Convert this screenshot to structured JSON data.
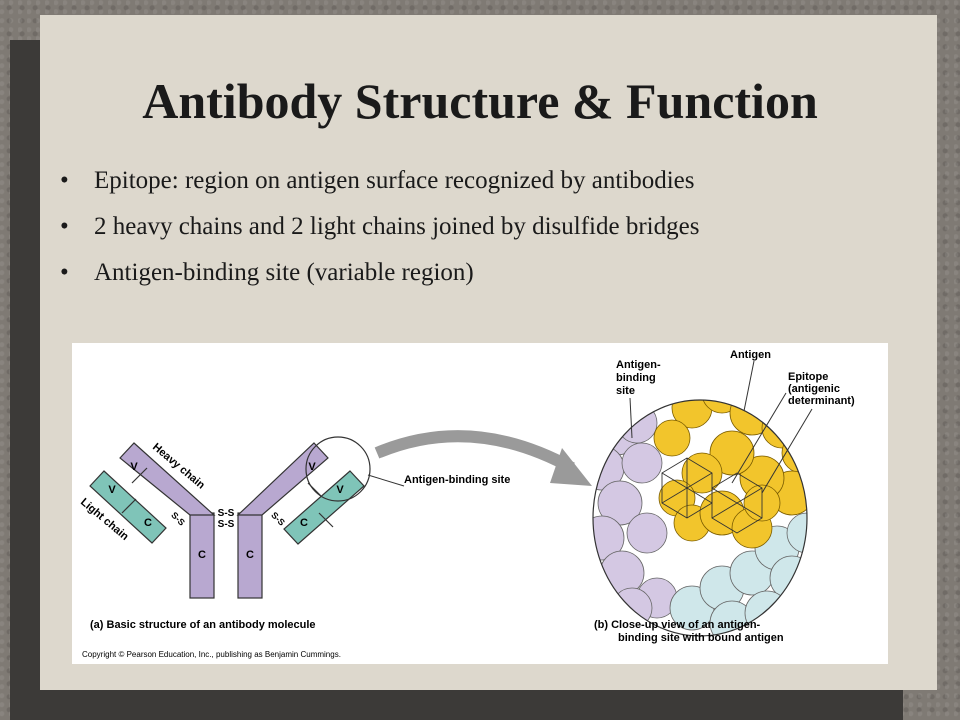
{
  "slide": {
    "title": "Antibody Structure & Function",
    "bullets": [
      "Epitope: region on antigen surface recognized by antibodies",
      "2 heavy chains and 2 light chains joined by disulfide bridges",
      "Antigen-binding site (variable region)"
    ]
  },
  "figure": {
    "labels": {
      "heavy_chain": "Heavy chain",
      "light_chain": "Light chain",
      "v": "V",
      "c": "C",
      "ss": "S-S",
      "antigen_binding_site_a": "Antigen-binding site",
      "antigen_binding_site_b_line1": "Antigen-",
      "antigen_binding_site_b_line2": "binding",
      "antigen_binding_site_b_line3": "site",
      "antigen": "Antigen",
      "epitope_line1": "Epitope",
      "epitope_line2": "(antigenic",
      "epitope_line3": "determinant)",
      "caption_a": "(a) Basic structure of an antibody molecule",
      "caption_b_line1": "(b) Close-up view of an antigen-",
      "caption_b_line2": "binding site with bound antigen",
      "copyright": "Copyright © Pearson Education, Inc., publishing as Benjamin Cummings."
    },
    "colors": {
      "heavy_chain": "#b8a8d0",
      "light_chain": "#7fc4b8",
      "antigen": "#f2c52c",
      "light_chain_region": "#cfe7ea"
    }
  }
}
